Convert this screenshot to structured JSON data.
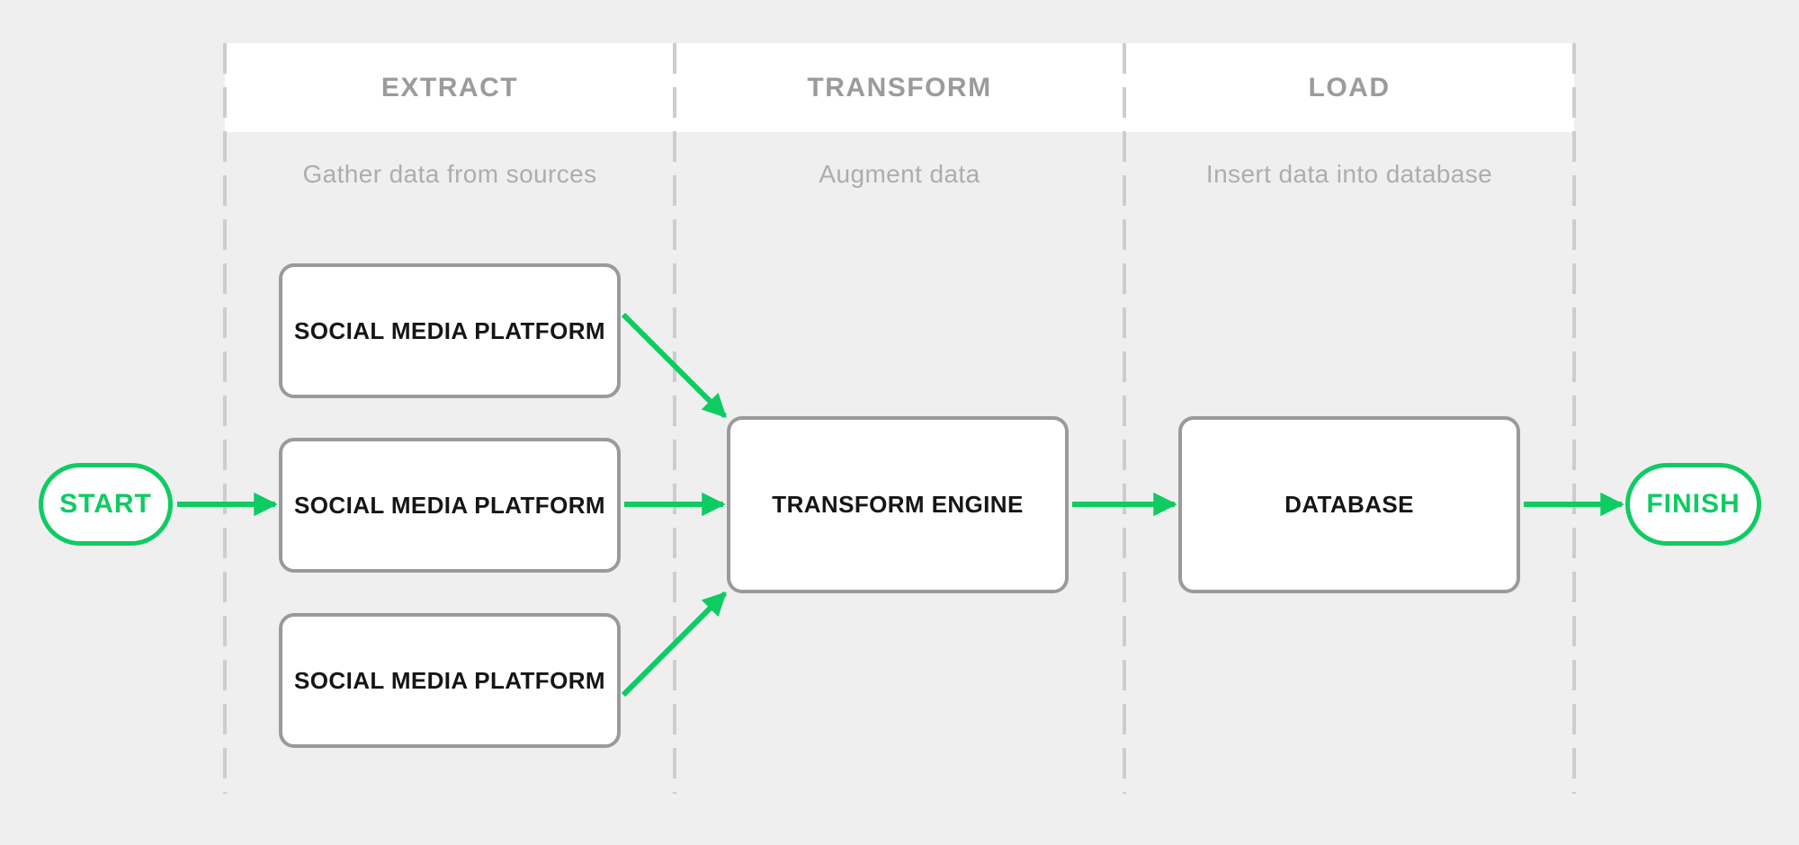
{
  "diagram": {
    "type": "flowchart-swimlane",
    "lanes": [
      {
        "id": "extract",
        "label": "EXTRACT",
        "subtitle": "Gather data from sources"
      },
      {
        "id": "transform",
        "label": "TRANSFORM",
        "subtitle": "Augment data"
      },
      {
        "id": "load",
        "label": "LOAD",
        "subtitle": "Insert data into database"
      }
    ],
    "nodes": [
      {
        "id": "start",
        "type": "terminator",
        "lane": null,
        "label": "START"
      },
      {
        "id": "source-1",
        "type": "process",
        "lane": "extract",
        "label": "SOCIAL MEDIA PLATFORM"
      },
      {
        "id": "source-2",
        "type": "process",
        "lane": "extract",
        "label": "SOCIAL MEDIA PLATFORM"
      },
      {
        "id": "source-3",
        "type": "process",
        "lane": "extract",
        "label": "SOCIAL MEDIA PLATFORM"
      },
      {
        "id": "transform-engine",
        "type": "process",
        "lane": "transform",
        "label": "TRANSFORM ENGINE"
      },
      {
        "id": "database",
        "type": "process",
        "lane": "load",
        "label": "DATABASE"
      },
      {
        "id": "finish",
        "type": "terminator",
        "lane": null,
        "label": "FINISH"
      }
    ],
    "edges": [
      {
        "from": "start",
        "to": "source-2"
      },
      {
        "from": "source-1",
        "to": "transform-engine"
      },
      {
        "from": "source-2",
        "to": "transform-engine"
      },
      {
        "from": "source-3",
        "to": "transform-engine"
      },
      {
        "from": "transform-engine",
        "to": "database"
      },
      {
        "from": "database",
        "to": "finish"
      }
    ],
    "colors": {
      "accent_green": "#0ecb62",
      "process_border_gray": "#9a9a9a",
      "lane_divider_gray": "#cdcdcd",
      "lane_title_gray": "#9b9b9b",
      "lane_subtitle_gray": "#adadad",
      "node_text": "#151515",
      "background": "#efefef",
      "header_band": "#ffffff"
    }
  }
}
